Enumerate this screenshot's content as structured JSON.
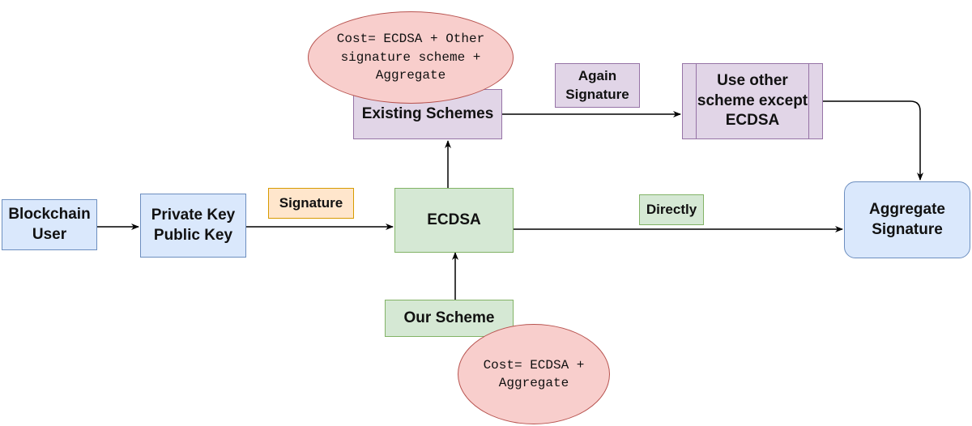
{
  "nodes": {
    "blockchain_user": {
      "lines": [
        "Blockchain",
        "User"
      ]
    },
    "keys": {
      "lines": [
        "Private Key",
        "Public Key"
      ]
    },
    "ecdsa": {
      "text": "ECDSA"
    },
    "existing_schemes": {
      "text": "Existing Schemes"
    },
    "other_scheme": {
      "lines": [
        "Use  other",
        "scheme except",
        "ECDSA"
      ]
    },
    "aggregate_signature": {
      "lines": [
        "Aggregate",
        "Signature"
      ]
    },
    "our_scheme": {
      "text": "Our Scheme"
    },
    "cost_existing": {
      "lines": [
        "Cost= ECDSA + Other",
        "signature scheme +",
        "Aggregate"
      ]
    },
    "cost_ours": {
      "lines": [
        "Cost= ECDSA +",
        "Aggregate"
      ]
    }
  },
  "edge_labels": {
    "signature": "Signature",
    "again_signature": [
      "Again",
      "Signature"
    ],
    "directly": "Directly"
  },
  "colors": {
    "blue_fill": "#dae8fc",
    "blue_stroke": "#6c8ebf",
    "green_fill": "#d5e8d4",
    "green_stroke": "#82b366",
    "purple_fill": "#e1d5e7",
    "purple_stroke": "#9673a6",
    "orange_fill": "#ffe6cc",
    "orange_stroke": "#d79b00",
    "red_fill": "#f8cecc",
    "red_stroke": "#b85450",
    "arrow": "#000000"
  }
}
